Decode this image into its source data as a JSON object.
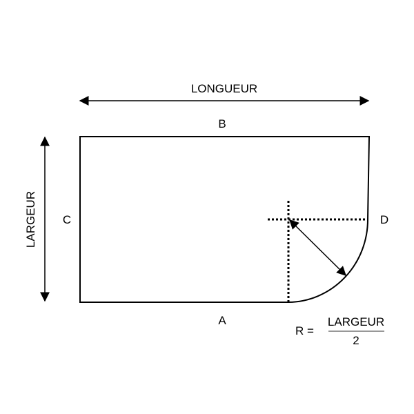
{
  "labels": {
    "length": "LONGUEUR",
    "width": "LARGEUR",
    "side_a": "A",
    "side_b": "B",
    "side_c": "C",
    "side_d": "D"
  },
  "formula": {
    "lhs": "R =",
    "numerator": "LARGEUR",
    "denominator": "2"
  }
}
